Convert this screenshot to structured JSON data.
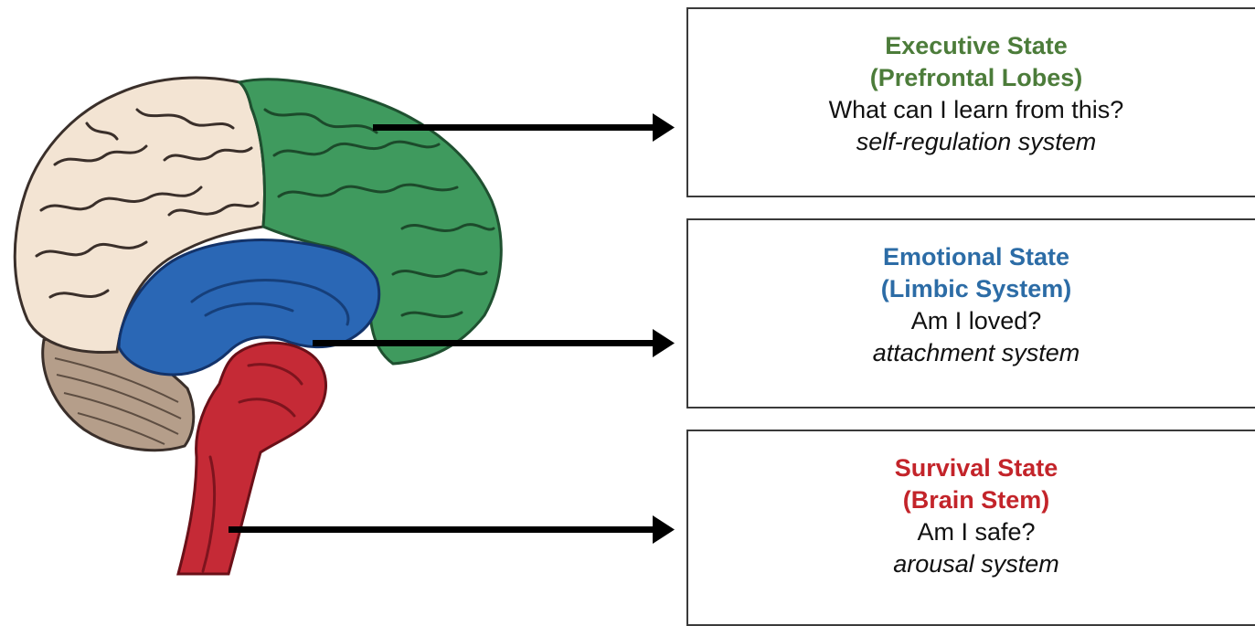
{
  "states": [
    {
      "id": "executive",
      "title": "Executive State",
      "subtitle": "(Prefrontal Lobes)",
      "question": "What can I learn from this?",
      "system": "self-regulation system",
      "color": "#4c7c3a"
    },
    {
      "id": "emotional",
      "title": "Emotional State",
      "subtitle": "(Limbic System)",
      "question": "Am I loved?",
      "system": "attachment system",
      "color": "#2c6ca6"
    },
    {
      "id": "survival",
      "title": "Survival State",
      "subtitle": "(Brain Stem)",
      "question": "Am I safe?",
      "system": "arousal system",
      "color": "#c3242a"
    }
  ],
  "brain_colors": {
    "cortex": "#f3e4d3",
    "prefrontal": "#3f9a5e",
    "limbic": "#2a67b5",
    "brainstem": "#c52a36",
    "cerebellum": "#b59e8a",
    "outline": "#3a2f2a"
  }
}
